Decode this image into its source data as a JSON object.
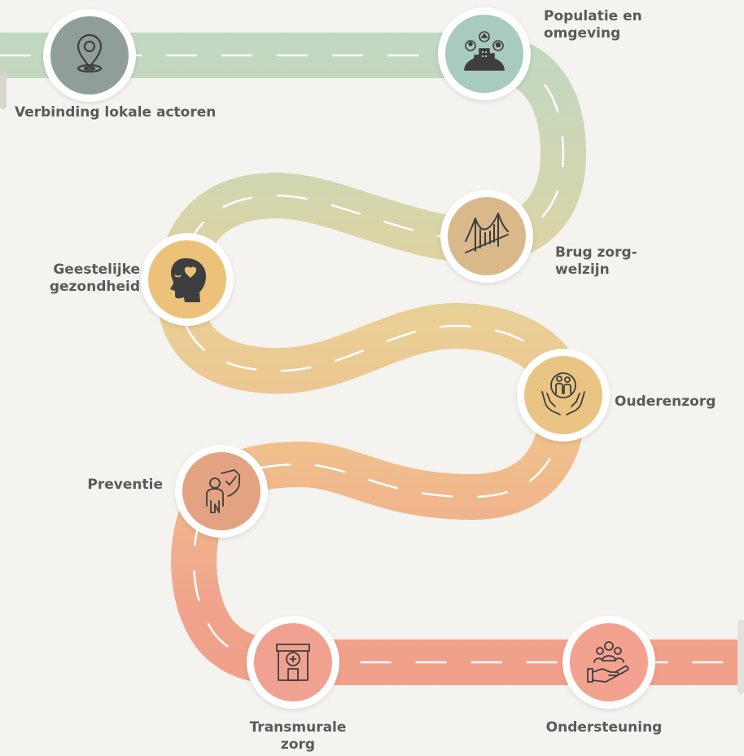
{
  "colors": {
    "background": "#f5f3ef",
    "label_text": "#5a5a5a",
    "icon_stroke": "#3e3e3e",
    "dash": "#ffffff"
  },
  "steps": [
    {
      "label": "Verbinding lokale actoren",
      "icon": "location-pin-icon",
      "color": "#8f9f98"
    },
    {
      "label": "Populatie en omgeving",
      "icon": "community-city-icon",
      "color": "#a9cbbd"
    },
    {
      "label": "Brug zorg-welzijn",
      "icon": "bridge-icon",
      "color": "#d9b98a"
    },
    {
      "label": "Geestelijke gezondheid",
      "icon": "head-heart-icon",
      "color": "#ecc27a"
    },
    {
      "label": "Ouderenzorg",
      "icon": "elderly-care-hands-icon",
      "color": "#e9c482"
    },
    {
      "label": "Preventie",
      "icon": "person-shield-icon",
      "color": "#e3a383"
    },
    {
      "label": "Transmurale zorg",
      "icon": "hospital-icon",
      "color": "#f0a18f"
    },
    {
      "label": "Ondersteuning",
      "icon": "support-hand-people-icon",
      "color": "#f2a28f"
    }
  ]
}
